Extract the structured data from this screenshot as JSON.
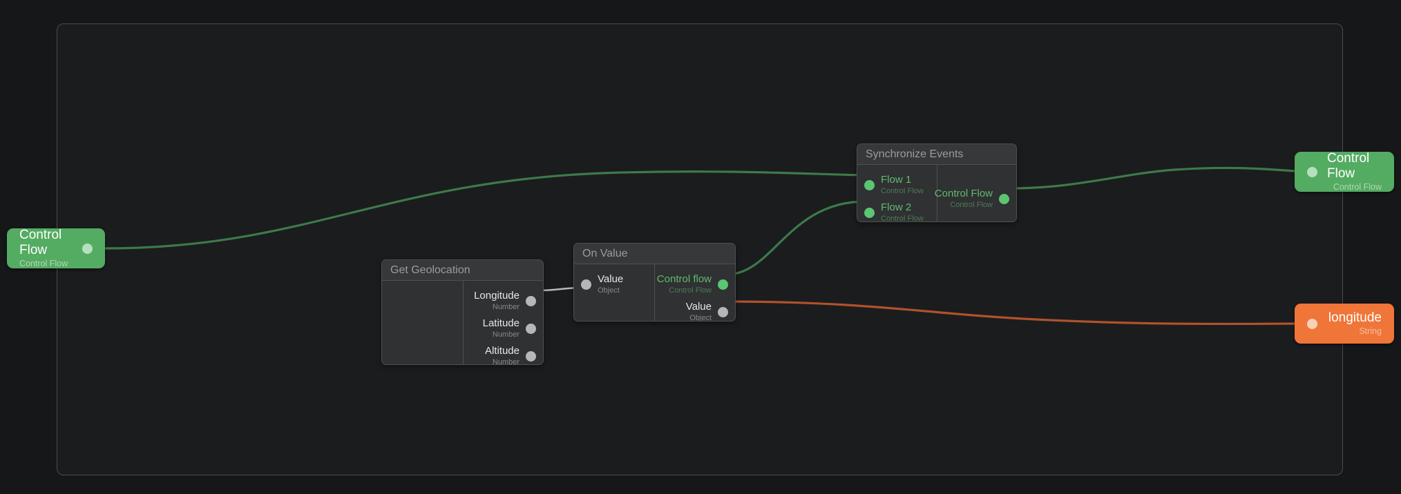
{
  "editor": {
    "name": "node-graph-editor",
    "background_color": "#161719",
    "group_frame_color": "#1b1c1e",
    "group_frame_border": "#4a4c4f"
  },
  "colors": {
    "flow_green": "#54ab62",
    "flow_green_port": "#5cc572",
    "flow_wire": "#3d7a4a",
    "string_orange": "#f07538",
    "orange_wire": "#b0522c",
    "data_port_grey": "#b6b7b8",
    "grey_wire": "#b9babb",
    "node_body": "#2f3133",
    "node_header": "#36383a",
    "node_border": "#4e5053"
  },
  "nodes": {
    "control_flow_in": {
      "title": "Control Flow",
      "subtitle": "Control Flow",
      "kind": "pill",
      "accent": "#54ab62",
      "port": {
        "name": "control-flow-output-port",
        "type": "Control Flow",
        "color": "#b7dfbd"
      }
    },
    "get_geolocation": {
      "title": "Get Geolocation",
      "inputs": [],
      "outputs": [
        {
          "name": "Longitude",
          "type": "Number"
        },
        {
          "name": "Latitude",
          "type": "Number"
        },
        {
          "name": "Altitude",
          "type": "Number"
        }
      ]
    },
    "on_value": {
      "title": "On Value",
      "inputs": [
        {
          "name": "Value",
          "type": "Object"
        }
      ],
      "outputs": [
        {
          "name": "Control flow",
          "type": "Control Flow",
          "is_flow": true
        },
        {
          "name": "Value",
          "type": "Object",
          "is_flow": false
        }
      ]
    },
    "synchronize_events": {
      "title": "Synchronize Events",
      "inputs": [
        {
          "name": "Flow 1",
          "type": "Control Flow",
          "is_flow": true
        },
        {
          "name": "Flow 2",
          "type": "Control Flow",
          "is_flow": true
        }
      ],
      "outputs": [
        {
          "name": "Control Flow",
          "type": "Control Flow",
          "is_flow": true
        }
      ]
    },
    "control_flow_out": {
      "title": "Control Flow",
      "subtitle": "Control Flow",
      "kind": "pill",
      "accent": "#54ab62",
      "port": {
        "name": "control-flow-input-port",
        "type": "Control Flow",
        "color": "#b7dfbd"
      }
    },
    "longitude_out": {
      "title": "longitude",
      "subtitle": "String",
      "kind": "pill",
      "accent": "#f07538",
      "port": {
        "name": "longitude-input-port",
        "type": "String",
        "color": "#f9d0b8"
      }
    }
  },
  "connections": [
    {
      "from": "control_flow_in.output",
      "to": "synchronize_events.Flow 1",
      "type": "Control Flow",
      "color": "#3d7a4a"
    },
    {
      "from": "get_geolocation.Longitude",
      "to": "on_value.Value",
      "type": "Number",
      "color": "#b9babb"
    },
    {
      "from": "on_value.Control flow",
      "to": "synchronize_events.Flow 2",
      "type": "Control Flow",
      "color": "#3d7a4a"
    },
    {
      "from": "synchronize_events.Control Flow",
      "to": "control_flow_out.input",
      "type": "Control Flow",
      "color": "#3d7a4a"
    },
    {
      "from": "on_value.Value",
      "to": "longitude_out.input",
      "type": "Object",
      "color": "#b0522c"
    }
  ]
}
